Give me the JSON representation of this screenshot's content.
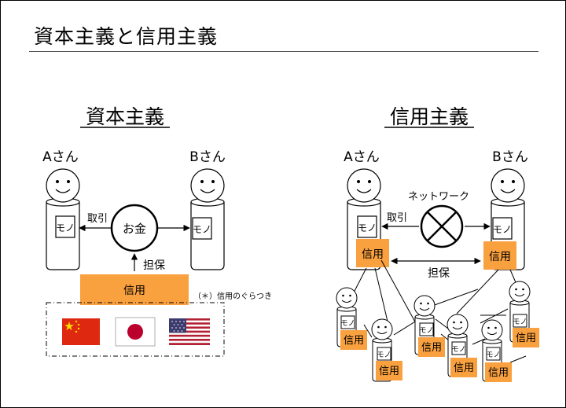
{
  "slide": {
    "title": "資本主義と信用主義"
  },
  "capitalism": {
    "heading": "資本主義",
    "person_a": "Aさん",
    "person_b": "Bさん",
    "goods": "モノ",
    "trade": "取引",
    "money": "お金",
    "collateral": "担保",
    "credit": "信用",
    "note": "（＊）信用のぐらつき",
    "flags": [
      "china-flag",
      "japan-flag",
      "usa-flag"
    ]
  },
  "credit_system": {
    "heading": "信用主義",
    "person_a": "Aさん",
    "person_b": "Bさん",
    "goods": "モノ",
    "trade": "取引",
    "network": "ネットワーク",
    "collateral": "担保",
    "credit": "信用"
  },
  "colors": {
    "credit_fill": "#F9A03F",
    "flag_red": "#DE2910",
    "flag_yellow": "#FFDE00",
    "usa_blue": "#3C3B6E",
    "japan_red": "#BC002D"
  }
}
